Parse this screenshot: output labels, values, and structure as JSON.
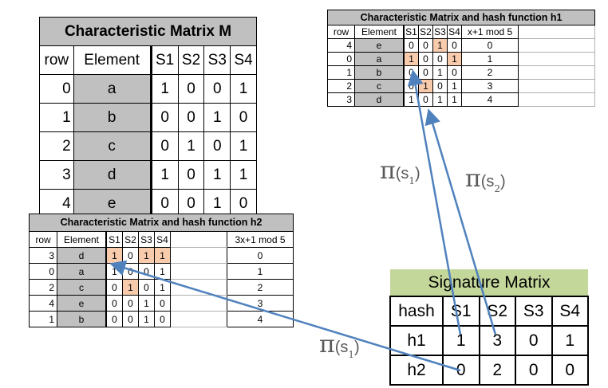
{
  "matrix_m": {
    "title": "Characteristic Matrix M",
    "headers": [
      "row",
      "Element",
      "S1",
      "S2",
      "S3",
      "S4"
    ],
    "rows": [
      [
        "0",
        "a",
        "1",
        "0",
        "0",
        "1"
      ],
      [
        "1",
        "b",
        "0",
        "0",
        "1",
        "0"
      ],
      [
        "2",
        "c",
        "0",
        "1",
        "0",
        "1"
      ],
      [
        "3",
        "d",
        "1",
        "0",
        "1",
        "1"
      ],
      [
        "4",
        "e",
        "0",
        "0",
        "1",
        "0"
      ]
    ]
  },
  "matrix_h1": {
    "title": "Characteristic Matrix and hash function h1",
    "headers": [
      "row",
      "Element",
      "S1",
      "S2",
      "S3",
      "S4",
      "x+1 mod 5"
    ],
    "rows": [
      [
        "4",
        "e",
        "0",
        "0",
        "1",
        "0",
        "0"
      ],
      [
        "0",
        "a",
        "1",
        "0",
        "0",
        "1",
        "1"
      ],
      [
        "1",
        "b",
        "0",
        "0",
        "1",
        "0",
        "2"
      ],
      [
        "2",
        "c",
        "0",
        "1",
        "0",
        "1",
        "3"
      ],
      [
        "3",
        "d",
        "1",
        "0",
        "1",
        "1",
        "4"
      ]
    ]
  },
  "matrix_h2": {
    "title": "Characteristic Matrix and hash function h2",
    "headers": [
      "row",
      "Element",
      "S1",
      "S2",
      "S3",
      "S4",
      "3x+1 mod 5"
    ],
    "rows": [
      [
        "3",
        "d",
        "1",
        "0",
        "1",
        "1",
        "0"
      ],
      [
        "0",
        "a",
        "1",
        "0",
        "0",
        "1",
        "1"
      ],
      [
        "2",
        "c",
        "0",
        "1",
        "0",
        "1",
        "2"
      ],
      [
        "4",
        "e",
        "0",
        "0",
        "1",
        "0",
        "3"
      ],
      [
        "1",
        "b",
        "0",
        "0",
        "1",
        "0",
        "4"
      ]
    ]
  },
  "signature": {
    "title": "Signature Matrix",
    "headers": [
      "hash",
      "S1",
      "S2",
      "S3",
      "S4"
    ],
    "rows": [
      [
        "h1",
        "1",
        "3",
        "0",
        "1"
      ],
      [
        "h2",
        "0",
        "2",
        "0",
        "0"
      ]
    ]
  },
  "labels": {
    "pi": "π",
    "paren_open": "(",
    "paren_close": ")",
    "s": "s",
    "sub1": "1",
    "sub2": "2"
  },
  "colors": {
    "highlight": "#f8cbad",
    "grey": "#c0c0c0",
    "green": "#c4d79b",
    "arrow": "#4f81bd"
  }
}
